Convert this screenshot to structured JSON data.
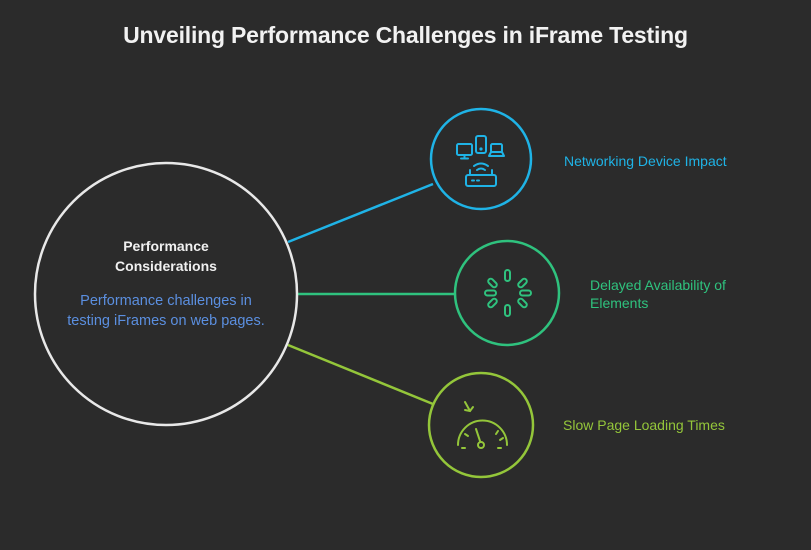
{
  "title": "Unveiling Performance Challenges in iFrame Testing",
  "center": {
    "title": "Performance Considerations",
    "description": "Performance challenges in testing iFrames on web pages."
  },
  "branches": [
    {
      "label": "Networking Device Impact",
      "icon": "network-devices-icon",
      "color": "#1fb3e6"
    },
    {
      "label": "Delayed Availability of Elements",
      "icon": "loading-spinner-icon",
      "color": "#2fc27e"
    },
    {
      "label": "Slow Page Loading Times",
      "icon": "speedometer-icon",
      "color": "#94c63a"
    }
  ],
  "colors": {
    "background": "#2b2b2b",
    "center_ring": "#e8e8e8",
    "center_desc": "#5b8fe0"
  }
}
